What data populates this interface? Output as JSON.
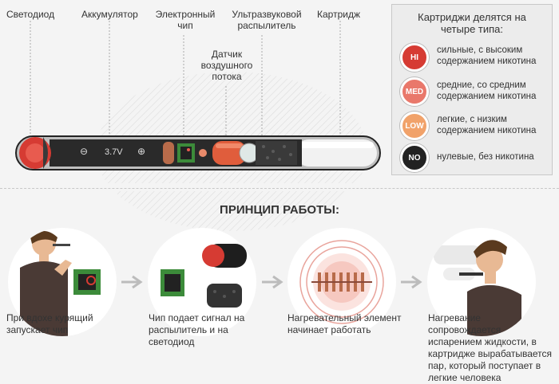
{
  "components": {
    "led": "Светодиод",
    "battery": "Аккумулятор",
    "chip": "Электронный чип",
    "sensor": "Датчик воздушного потока",
    "atomizer": "Ультразвуковой распылитель",
    "cartridge": "Картридж"
  },
  "battery_text": {
    "minus": "⊖",
    "voltage": "3.7V",
    "plus": "⊕"
  },
  "legend": {
    "title": "Картриджи делятся на четыре типа:",
    "items": [
      {
        "badge": "HI",
        "text": "сильные, с высоким содержанием никотина",
        "color": "#d63b33"
      },
      {
        "badge": "MED",
        "text": "средние, со средним содержанием никотина",
        "color": "#e9786b"
      },
      {
        "badge": "LOW",
        "text": "легкие, с низким содержанием никотина",
        "color": "#f1a26a"
      },
      {
        "badge": "NO",
        "text": "нулевые, без никотина",
        "color": "#222222"
      }
    ]
  },
  "section_title": "ПРИНЦИП РАБОТЫ:",
  "steps": [
    {
      "caption": "При вдохе курящий запускает чип"
    },
    {
      "caption": "Чип подает сигнал на распылитель и на светодиод"
    },
    {
      "caption": "Нагревательный элемент начинает работать"
    },
    {
      "caption": "Нагревание сопровождается испарением жидкости, в картридже вырабатывается пар, который поступает в легкие человека"
    }
  ]
}
